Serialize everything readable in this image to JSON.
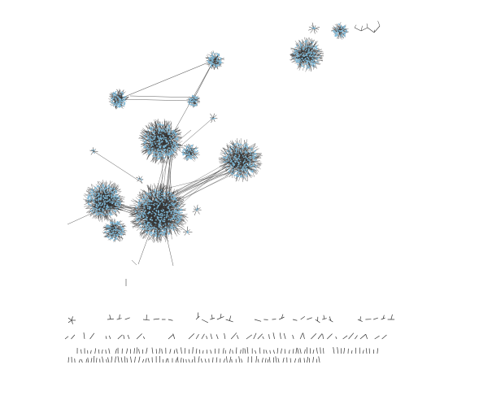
{
  "figure": {
    "background_color": "#ffffff",
    "edge_color": "#333333",
    "node_color": "#7fb9d8",
    "text_labels": []
  },
  "graph": {
    "type": "network",
    "components": [
      {
        "name": "cluster-left-large",
        "size": "large"
      },
      {
        "name": "cluster-center-large",
        "size": "large"
      },
      {
        "name": "cluster-upper-center",
        "size": "large"
      },
      {
        "name": "cluster-right-medium",
        "size": "medium"
      },
      {
        "name": "cluster-lower-left",
        "size": "medium"
      },
      {
        "name": "cluster-top-right",
        "size": "medium"
      },
      {
        "name": "cluster-left-small",
        "size": "small"
      },
      {
        "name": "cluster-top-small",
        "size": "small"
      },
      {
        "name": "cluster-mid-small",
        "size": "small"
      },
      {
        "name": "cluster-tiny-satellites",
        "size": "small"
      },
      {
        "name": "isolated-small-components",
        "size": "many"
      }
    ]
  }
}
